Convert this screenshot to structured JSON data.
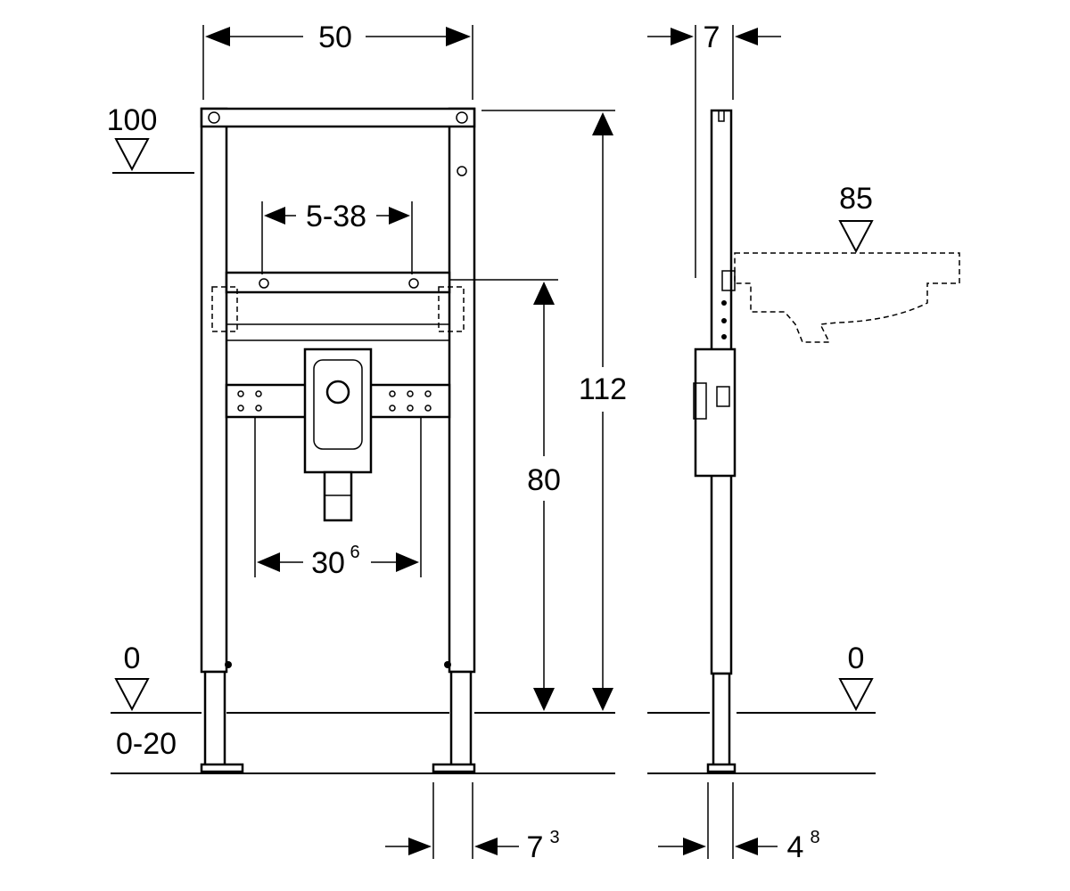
{
  "dimensions": {
    "frame_width": "50",
    "frame_depth": "7",
    "frame_height": "112",
    "level_top": "100",
    "level_basin": "85",
    "level_floor_front": "0",
    "level_floor_side": "0",
    "floor_range": "0-20",
    "rail_spacing": "5-38",
    "connection_height": "80",
    "drain_spacing_base": "30",
    "drain_spacing_exp": "6",
    "foot_front_base": "7",
    "foot_front_exp": "3",
    "foot_side_base": "4",
    "foot_side_exp": "8"
  }
}
